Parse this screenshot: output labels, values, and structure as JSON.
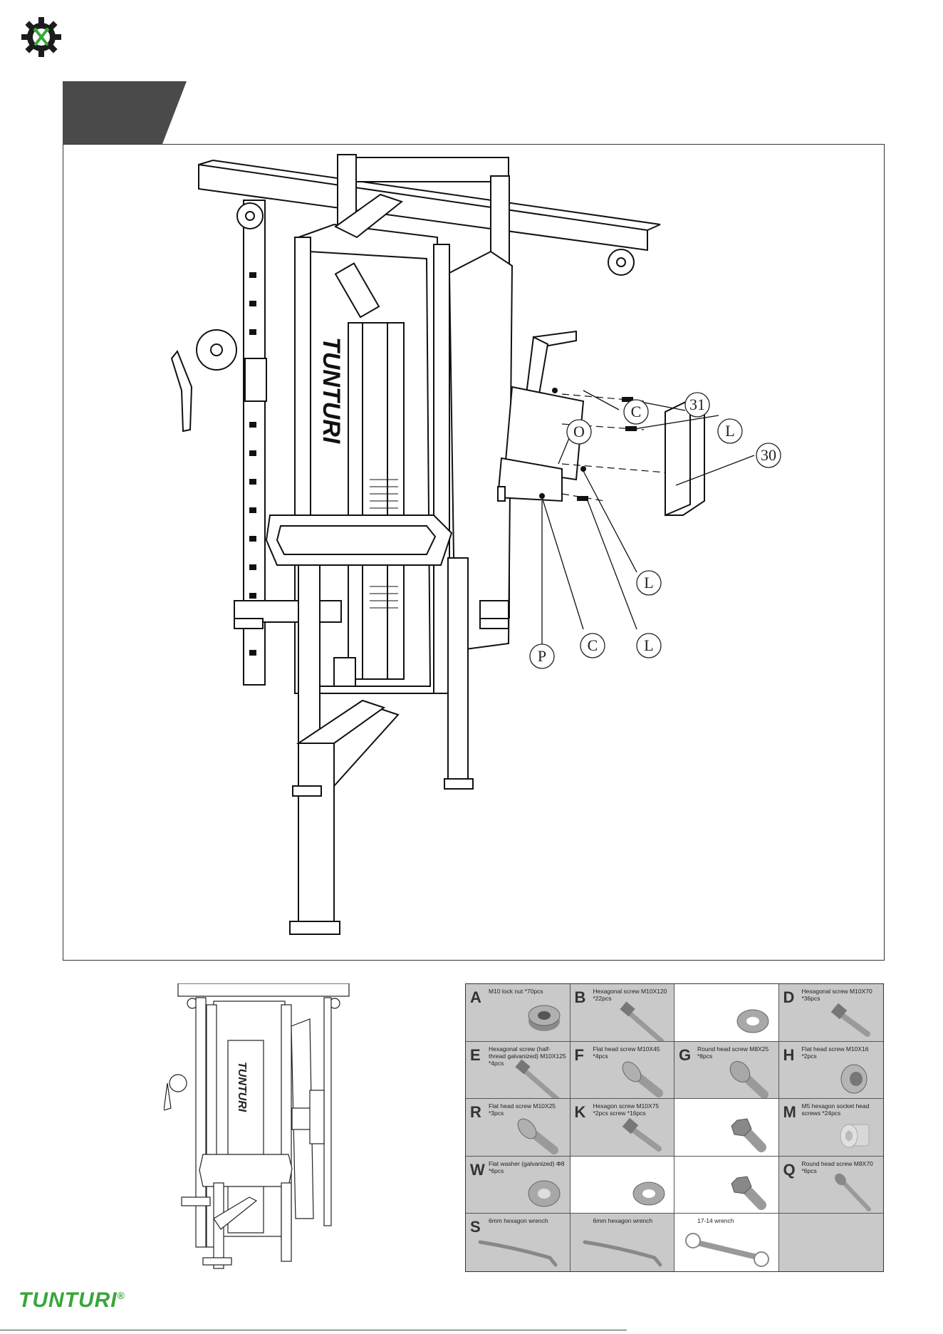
{
  "brand": {
    "name": "TUNTURI",
    "registered": "®",
    "logo_icon": "gear-wrench-icon",
    "color": "#3aa53a"
  },
  "step_tab": {
    "color": "#4a4a4a"
  },
  "diagram": {
    "machine_label": "TUNTURI",
    "callouts": [
      {
        "label": "C"
      },
      {
        "label": "31"
      },
      {
        "label": "L"
      },
      {
        "label": "30"
      },
      {
        "label": "O"
      },
      {
        "label": "L"
      },
      {
        "label": "C"
      },
      {
        "label": "L"
      },
      {
        "label": "P"
      }
    ]
  },
  "thumbnail": {
    "machine_label": "TUNTURI"
  },
  "parts": [
    {
      "letter": "A",
      "desc": "M10 lock nut *70pcs",
      "icon": "lock-nut-icon",
      "bg": "grey"
    },
    {
      "letter": "B",
      "desc": "Hexagonal screw M10X120 *22pcs",
      "icon": "hex-screw-long-icon",
      "bg": "grey"
    },
    {
      "letter": "",
      "desc": "",
      "icon": "washer-icon",
      "bg": "white"
    },
    {
      "letter": "D",
      "desc": "Hexagonal screw M10X70 *36pcs",
      "icon": "hex-screw-icon",
      "bg": "grey"
    },
    {
      "letter": "E",
      "desc": "Hexagonal screw (half-thread galvanized) M10X125 *4pcs",
      "icon": "hex-screw-long-icon",
      "bg": "grey"
    },
    {
      "letter": "F",
      "desc": "Flat head screw M10X45 *4pcs",
      "icon": "flat-head-screw-icon",
      "bg": "grey"
    },
    {
      "letter": "G",
      "desc": "Round head screw M8X25 *8pcs",
      "icon": "round-head-screw-icon",
      "bg": "grey"
    },
    {
      "letter": "H",
      "desc": "Flat head screw M10X16 *2pcs",
      "icon": "flat-head-screw-short-icon",
      "bg": "grey"
    },
    {
      "letter": "R",
      "desc": "Flat head screw M10X25 *3pcs",
      "icon": "flat-head-screw-icon",
      "bg": "grey"
    },
    {
      "letter": "K",
      "desc": "Hexagon screw M10X75 *2pcs screw *16pcs",
      "icon": "hex-screw-icon",
      "bg": "grey"
    },
    {
      "letter": "",
      "desc": "",
      "icon": "hex-bolt-icon",
      "bg": "white"
    },
    {
      "letter": "M",
      "desc": "M5 hexagon socket head screws *24pcs",
      "icon": "socket-head-screw-icon",
      "bg": "grey"
    },
    {
      "letter": "W",
      "desc": "Flat washer (galvanized) Φ8 *6pcs",
      "icon": "flat-washer-icon",
      "bg": "grey"
    },
    {
      "letter": "",
      "desc": "",
      "icon": "washer-icon",
      "bg": "white"
    },
    {
      "letter": "",
      "desc": "",
      "icon": "hex-bolt-icon",
      "bg": "white"
    },
    {
      "letter": "Q",
      "desc": "Round head screw M8X70 *6pcs",
      "icon": "round-head-screw-long-icon",
      "bg": "grey"
    },
    {
      "letter": "S",
      "desc": "6mm hexagon wrench",
      "icon": "hex-wrench-icon",
      "bg": "grey"
    },
    {
      "letter": "",
      "desc": "6mm hexagon wrench",
      "icon": "hex-wrench-icon",
      "bg": "grey"
    },
    {
      "letter": "",
      "desc": "17-14 wrench",
      "icon": "open-wrench-icon",
      "bg": "white"
    },
    {
      "letter": "",
      "desc": "",
      "icon": "",
      "bg": "grey"
    }
  ]
}
